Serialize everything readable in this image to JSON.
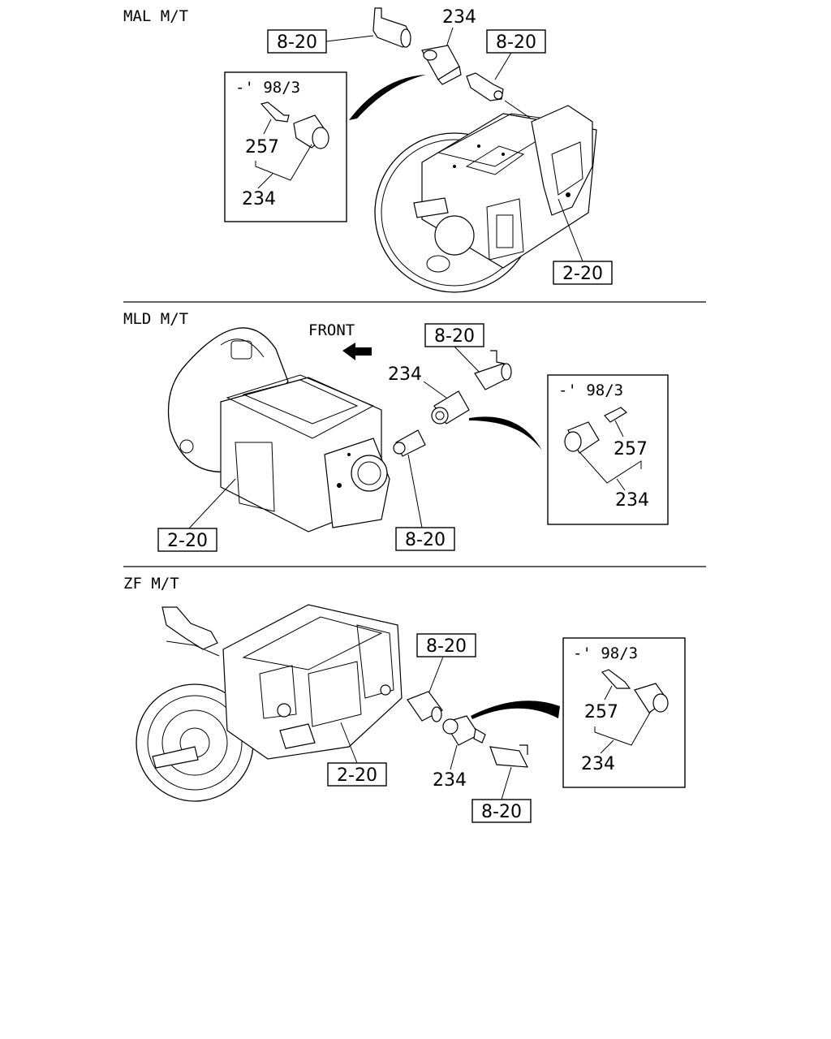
{
  "sections": {
    "mal": {
      "title": "MAL M/T",
      "ref_top_left": "8-20",
      "ref_top_right": "8-20",
      "ref_bottom": "2-20",
      "part_main": "234",
      "inset": {
        "title": "-' 98/3",
        "part_a": "257",
        "part_b": "234"
      }
    },
    "mld": {
      "title": "MLD M/T",
      "front_label": "FRONT",
      "ref_top": "8-20",
      "ref_left": "2-20",
      "ref_bottom": "8-20",
      "part_main": "234",
      "inset": {
        "title": "-' 98/3",
        "part_a": "257",
        "part_b": "234"
      }
    },
    "zf": {
      "title": "ZF M/T",
      "ref_top": "8-20",
      "ref_left": "2-20",
      "ref_bottom": "8-20",
      "part_main": "234",
      "inset": {
        "title": "-' 98/3",
        "part_a": "257",
        "part_b": "234"
      }
    }
  }
}
